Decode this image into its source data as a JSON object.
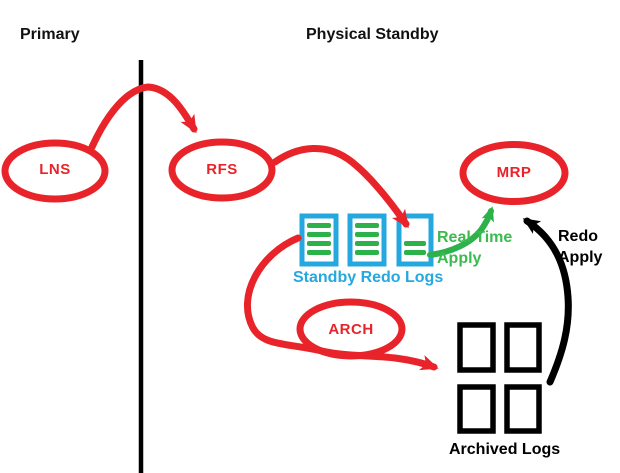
{
  "sections": {
    "left_title": "Primary",
    "right_title": "Physical Standby"
  },
  "nodes": {
    "lns": {
      "label": "LNS"
    },
    "rfs": {
      "label": "RFS"
    },
    "mrp": {
      "label": "MRP"
    },
    "arch": {
      "label": "ARCH"
    }
  },
  "labels": {
    "standby_redo_logs": "Standby Redo Logs",
    "real_time_apply": "Real Time\nApply",
    "redo_apply": "Redo\nApply",
    "archived_logs": "Archived Logs"
  },
  "icons": {
    "standby_redo_log_count": 3,
    "archived_log_count": 4
  },
  "colors": {
    "red": "#e8242a",
    "green": "#2cb14b",
    "green_text": "#3cba50",
    "cyan": "#25a8e0",
    "black": "#000000"
  }
}
